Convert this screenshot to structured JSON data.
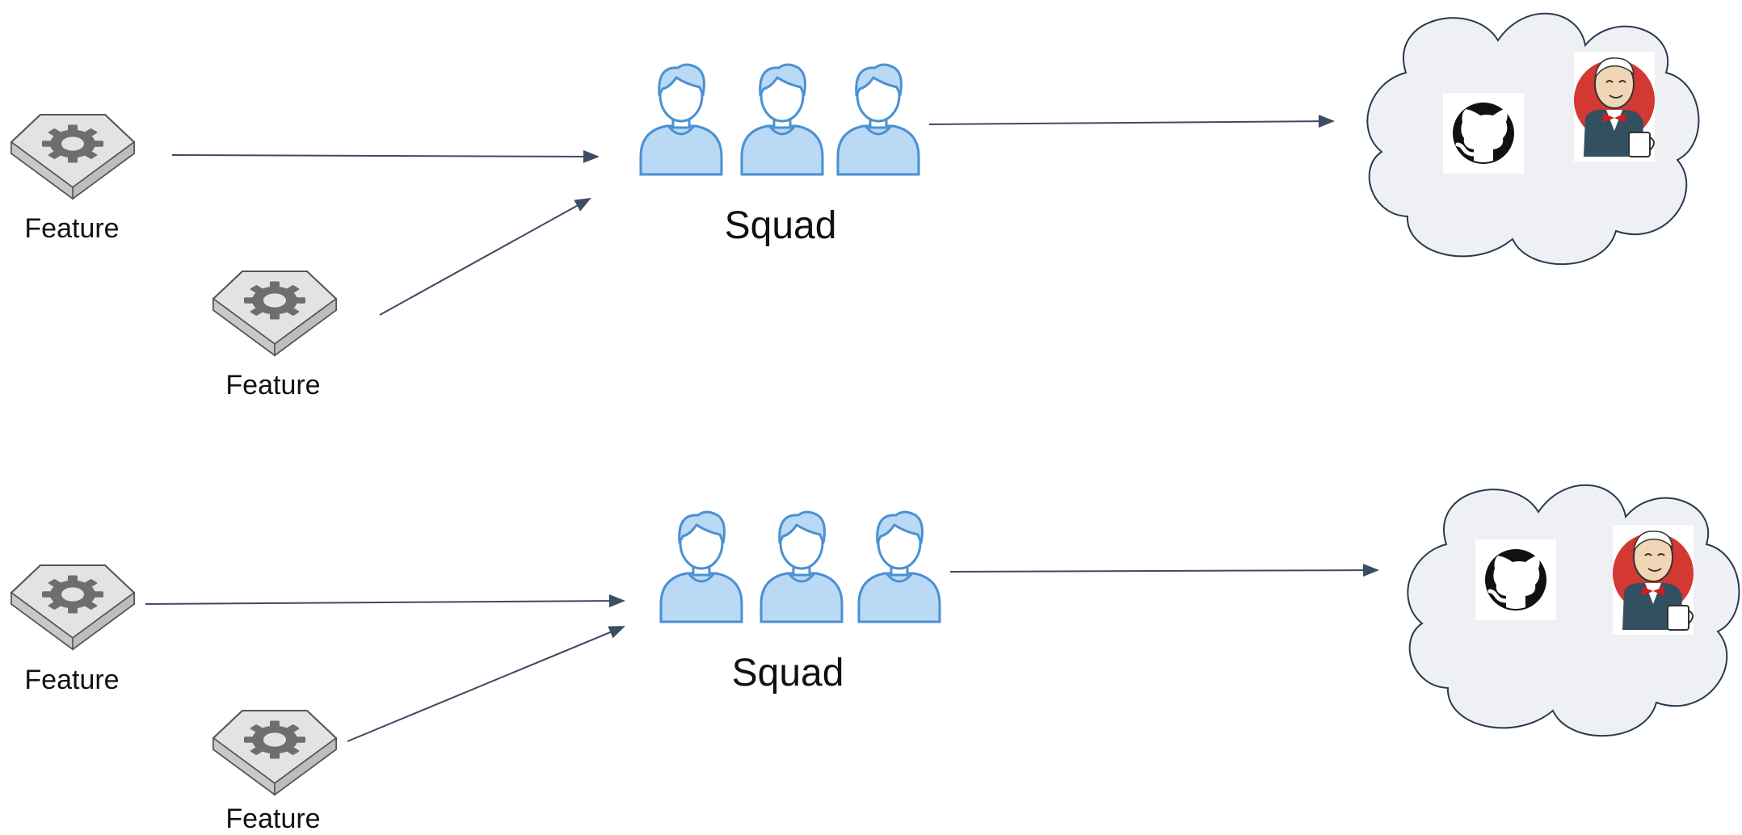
{
  "diagram": {
    "rows": [
      {
        "features": [
          {
            "label": "Feature"
          },
          {
            "label": "Feature"
          }
        ],
        "squad": {
          "label": "Squad",
          "icon": "user-icon",
          "member_count": 3
        },
        "cloud": {
          "icons": [
            "github-icon",
            "jenkins-icon"
          ]
        }
      },
      {
        "features": [
          {
            "label": "Feature"
          },
          {
            "label": "Feature"
          }
        ],
        "squad": {
          "label": "Squad",
          "icon": "user-icon",
          "member_count": 3
        },
        "cloud": {
          "icons": [
            "github-icon",
            "jenkins-icon"
          ]
        }
      }
    ],
    "colors": {
      "arrow": "#3b4c63",
      "person_fill": "#b9d9f5",
      "person_stroke": "#4a90d2",
      "cloud_fill": "#eef0f4",
      "cloud_stroke": "#2a3a4e",
      "jenkins_red": "#d33833",
      "feature_fill": "#dcdcdc"
    }
  }
}
